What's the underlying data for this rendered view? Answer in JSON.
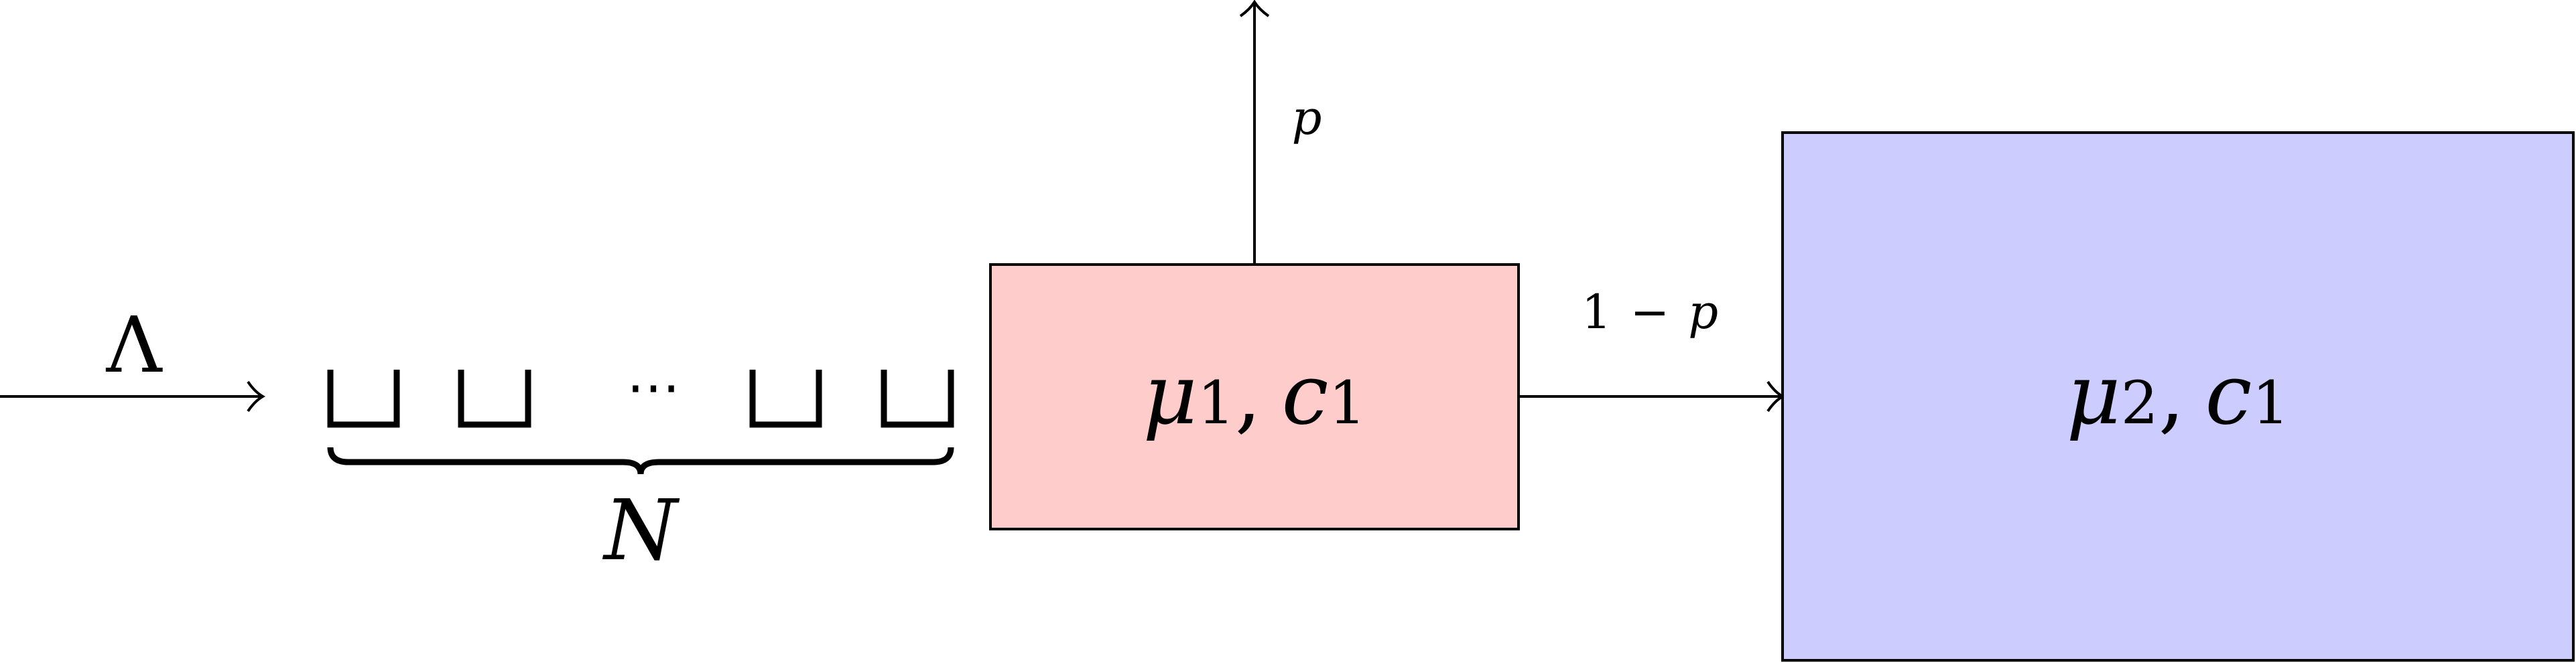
{
  "labels": {
    "arrival_rate": "Λ",
    "buffer_size": "N",
    "buffer_dots": "⋯",
    "exit_probability": "p",
    "route_probability_one": "1",
    "route_probability_minus": "−",
    "route_probability_p": "p"
  },
  "server1": {
    "rate_symbol": "μ",
    "rate_index": "1",
    "separator": ",",
    "capacity_symbol": "c",
    "capacity_index": "1",
    "fill": "#ffcccc"
  },
  "server2": {
    "rate_symbol": "μ",
    "rate_index": "2",
    "separator": ",",
    "capacity_symbol": "c",
    "capacity_index": "1",
    "fill": "#ccccff"
  },
  "colors": {
    "stroke": "#000000",
    "background": "#ffffff"
  }
}
